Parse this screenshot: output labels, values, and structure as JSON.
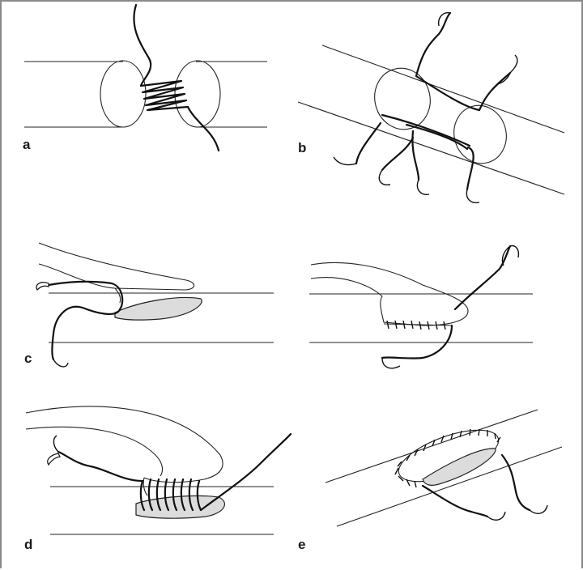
{
  "panels": {
    "a": {
      "label": "a"
    },
    "b": {
      "label": "b"
    },
    "c": {
      "label": "c"
    },
    "d": {
      "label": "d"
    },
    "e": {
      "label": "e"
    }
  }
}
